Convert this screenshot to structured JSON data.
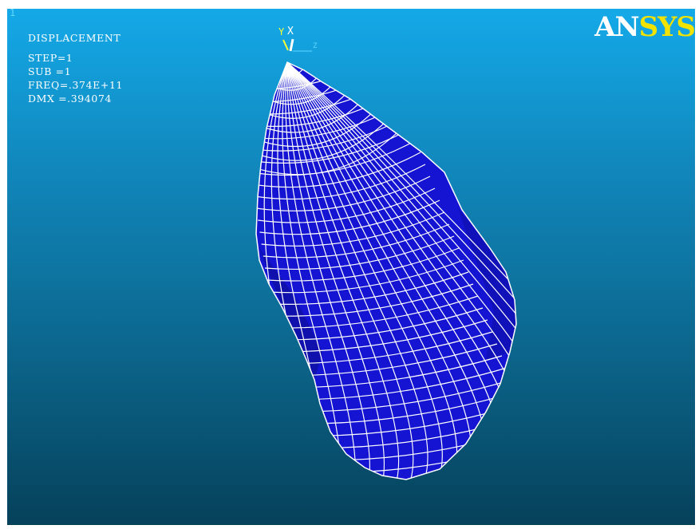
{
  "window_number": "1",
  "info": {
    "title": "DISPLACEMENT",
    "step": "STEP=1",
    "sub": "SUB =1",
    "freq": "FREQ=.374E+11",
    "dmx": "DMX =.394074"
  },
  "logo": {
    "part1": "AN",
    "part2": "SYS"
  },
  "triad": {
    "y_label": "Y",
    "x_label": "X",
    "z_label": "Z"
  },
  "colors": {
    "mesh_fill": "#1414d2",
    "mesh_lines": "#ffffff",
    "background_top": "#14a9e8",
    "background_bottom": "#06415a",
    "logo_accent": "#f2e200"
  }
}
